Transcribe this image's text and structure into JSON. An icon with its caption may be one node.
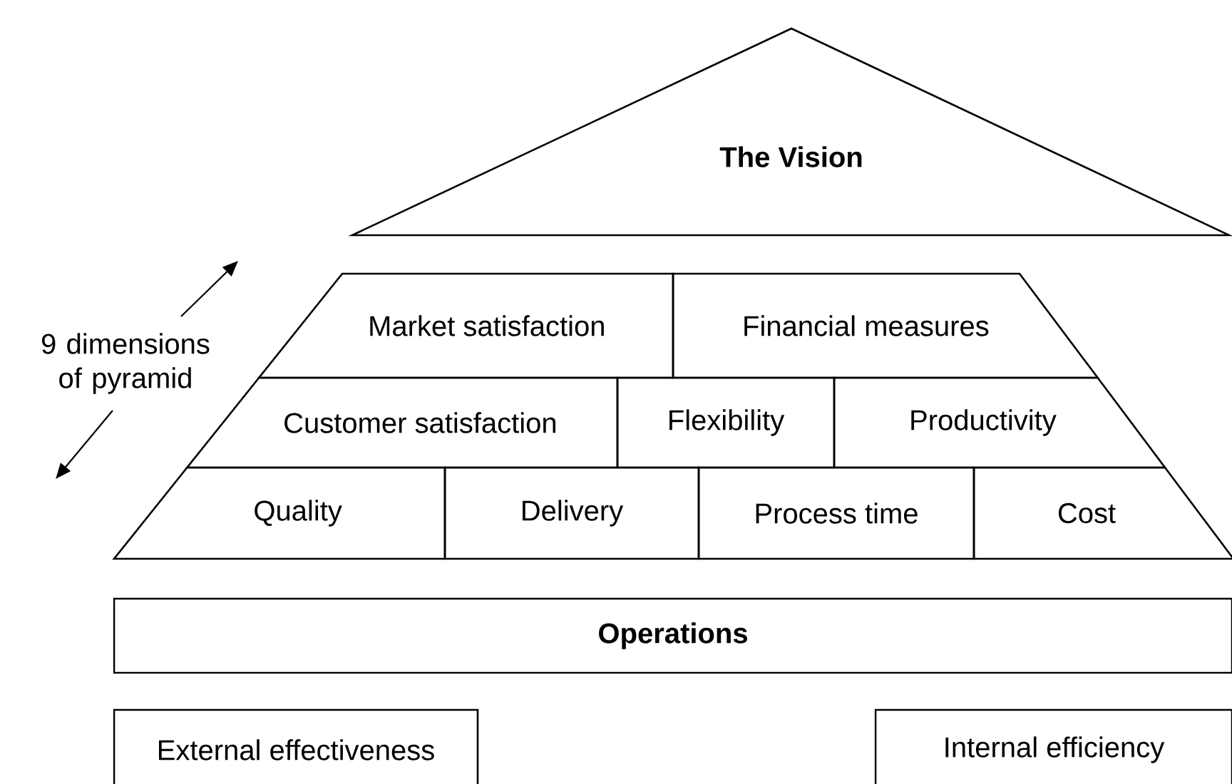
{
  "diagram": {
    "nodes": [
      {
        "text": [
          "The Vision"
        ]
      },
      {
        "text": [
          "Market satisfaction"
        ]
      },
      {
        "text": [
          "Financial measures"
        ]
      },
      {
        "text": [
          "Customer satisfaction"
        ]
      },
      {
        "text": [
          "Flexibility"
        ]
      },
      {
        "text": [
          "Productivity"
        ]
      },
      {
        "text": [
          "Quality"
        ]
      },
      {
        "text": [
          "Delivery"
        ]
      },
      {
        "text": [
          "Process time"
        ]
      },
      {
        "text": [
          "Cost"
        ]
      },
      {
        "text": [
          "Operations"
        ]
      },
      {
        "text": [
          "External effectiveness"
        ]
      },
      {
        "text": [
          "Internal efficiency"
        ]
      }
    ],
    "labels": [
      "9 dimensions of pyramid"
    ]
  }
}
